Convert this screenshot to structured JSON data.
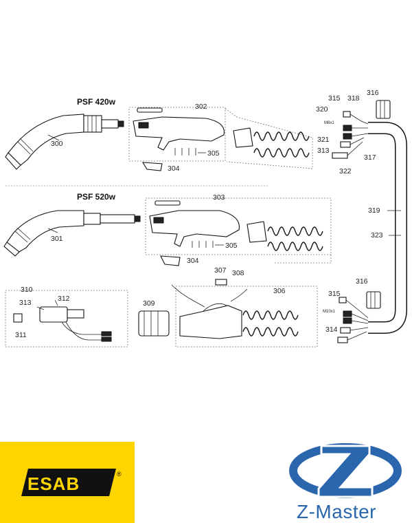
{
  "models": {
    "top": "PSF 420w",
    "bottom": "PSF 520w"
  },
  "part_labels": {
    "p300": "300",
    "p301": "301",
    "p302": "302",
    "p303": "303",
    "p304a": "304",
    "p304b": "304",
    "p305a": "305",
    "p305b": "305",
    "p306": "306",
    "p307": "307",
    "p308": "308",
    "p309": "309",
    "p310": "310",
    "p311": "311",
    "p312": "312",
    "p313a": "313",
    "p313b": "313",
    "p314": "314",
    "p315a": "315",
    "p315b": "315",
    "p316a": "316",
    "p316b": "316",
    "p317": "317",
    "p318": "318",
    "p319": "319",
    "p320": "320",
    "p321": "321",
    "p322": "322",
    "p323": "323"
  },
  "thread_labels": {
    "upper": "M8x1",
    "lower": "M10x1"
  },
  "logos": {
    "esab": "ESAB",
    "esab_reg": "®",
    "zmaster": "Z-Master"
  },
  "colors": {
    "esab_yellow": "#ffd500",
    "zmaster_blue": "#2a66ad"
  }
}
